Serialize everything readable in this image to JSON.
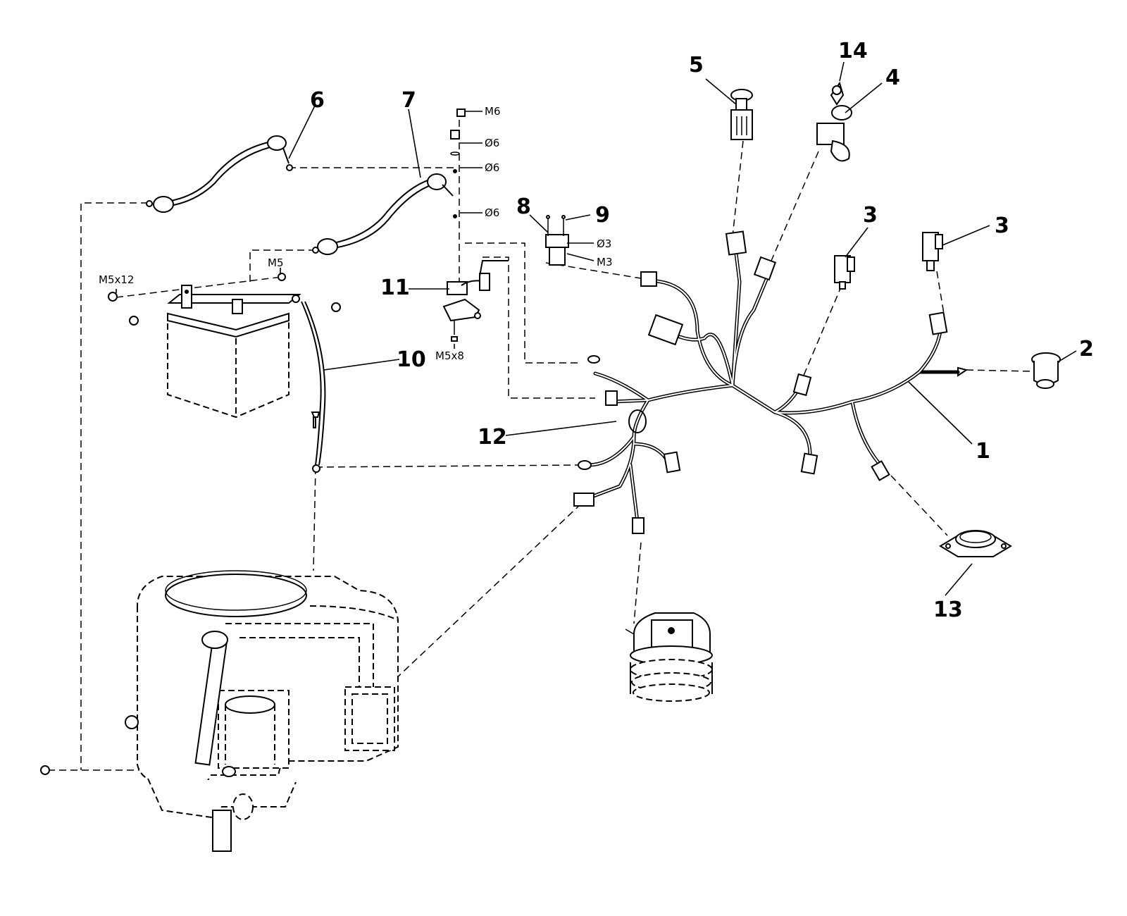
{
  "callouts": {
    "c1": "1",
    "c2": "2",
    "c3a": "3",
    "c3b": "3",
    "c4": "4",
    "c5": "5",
    "c6": "6",
    "c7": "7",
    "c8": "8",
    "c9": "9",
    "c10": "10",
    "c11": "11",
    "c12": "12",
    "c13": "13",
    "c14": "14"
  },
  "hardware": {
    "m6": "M6",
    "d6a": "Ø6",
    "d6b": "Ø6",
    "d6c": "Ø6",
    "d3": "Ø3",
    "m3": "M3",
    "m5": "M5",
    "m5x12": "M5x12",
    "m5x8": "M5x8"
  }
}
